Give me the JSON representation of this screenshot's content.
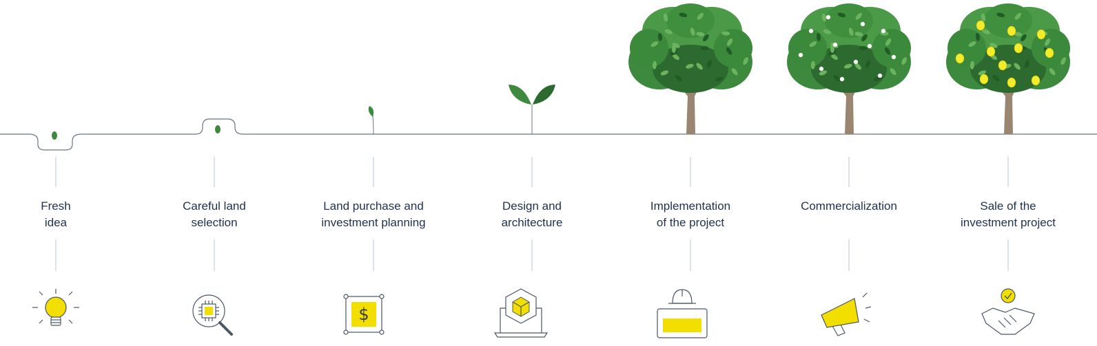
{
  "steps": [
    {
      "line1": "Fresh",
      "line2": "idea",
      "icon": "lightbulb-icon",
      "stage": "seed-in-soil"
    },
    {
      "line1": "Careful land",
      "line2": "selection",
      "icon": "magnifier-land-icon",
      "stage": "seed-on-ground"
    },
    {
      "line1": "Land purchase and",
      "line2": "investment planning",
      "icon": "dollar-plan-icon",
      "stage": "sprout"
    },
    {
      "line1": "Design and",
      "line2": "architecture",
      "icon": "laptop-cube-icon",
      "stage": "seedling"
    },
    {
      "line1": "Implementation",
      "line2": "of the project",
      "icon": "hardhat-plan-icon",
      "stage": "tree"
    },
    {
      "line1": "Commercialization",
      "line2": "",
      "icon": "megaphone-icon",
      "stage": "flowering-tree"
    },
    {
      "line1": "Sale of the",
      "line2": "investment project",
      "icon": "handshake-icon",
      "stage": "fruiting-tree"
    }
  ],
  "colors": {
    "accent": "#f2df00",
    "line": "#6b7585",
    "leaf": "#3d8a3e",
    "leaf_dark": "#2c6a2f",
    "trunk": "#9a8570",
    "text": "#1f3050",
    "connector": "#cfd8e6",
    "blossom": "#ffffff",
    "lemon": "#f2ec2a"
  }
}
